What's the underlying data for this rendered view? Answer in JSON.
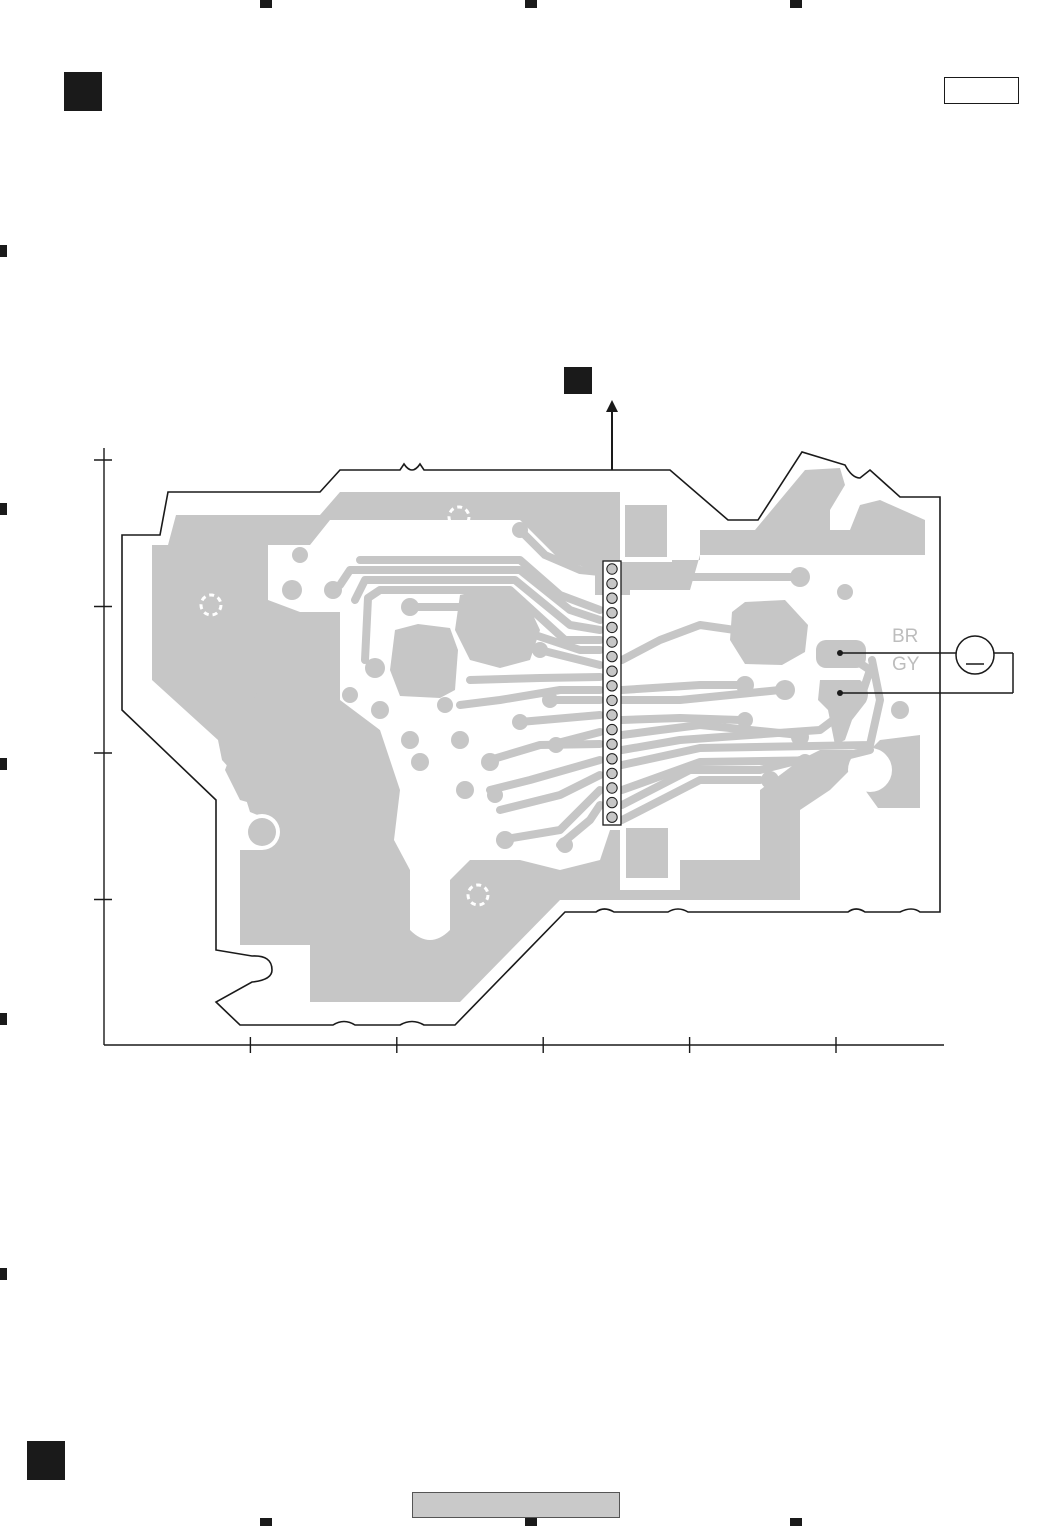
{
  "colors": {
    "copper": "#c6c6c6",
    "outline": "#1a1a1a",
    "marker": "#1a1a1a",
    "footer": "#c9c9c9",
    "label": "#bdbdbd"
  },
  "board": {
    "connector_pin_count": 18,
    "wire_labels": [
      "BR",
      "GY"
    ],
    "axis_x_ticks": 5,
    "axis_y_ticks": 4
  }
}
